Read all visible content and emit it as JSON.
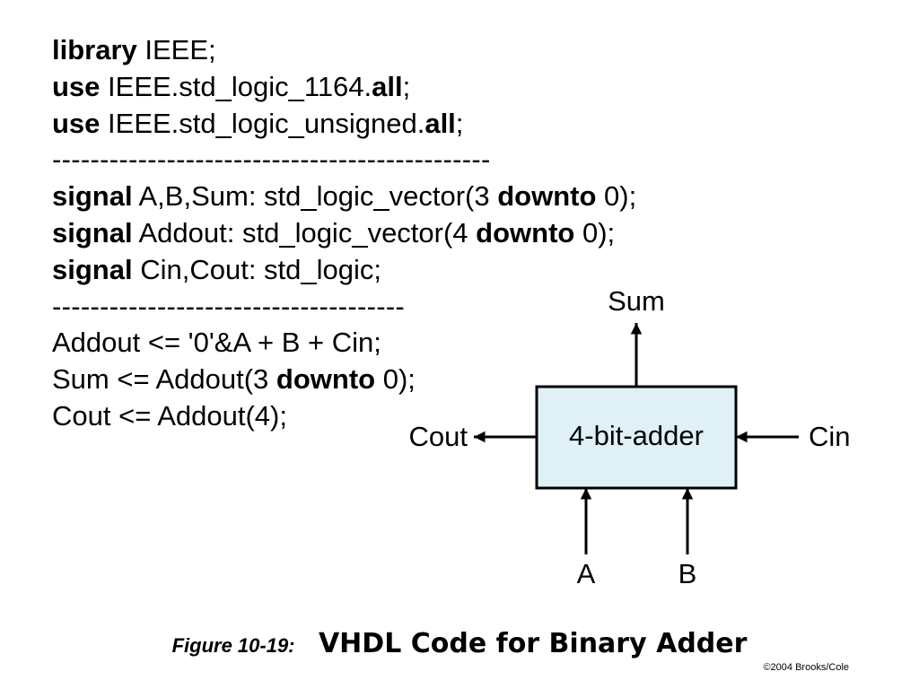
{
  "code": {
    "lines": [
      {
        "name": "code-line-library",
        "parts": [
          {
            "text": "library",
            "bold": true
          },
          {
            "text": " IEEE;",
            "bold": false
          }
        ]
      },
      {
        "name": "code-line-use-1164",
        "parts": [
          {
            "text": "use",
            "bold": true
          },
          {
            "text": " IEEE.std_logic_1164.",
            "bold": false
          },
          {
            "text": "all",
            "bold": true
          },
          {
            "text": ";",
            "bold": false
          }
        ]
      },
      {
        "name": "code-line-use-unsigned",
        "parts": [
          {
            "text": "use",
            "bold": true
          },
          {
            "text": " IEEE.std_logic_unsigned.",
            "bold": false
          },
          {
            "text": "all",
            "bold": true
          },
          {
            "text": ";",
            "bold": false
          }
        ]
      },
      {
        "name": "code-separator-1",
        "parts": [
          {
            "text": "----------------------------------------------",
            "bold": false,
            "sep": true
          }
        ]
      },
      {
        "name": "code-line-signal-abs",
        "parts": [
          {
            "text": "signal",
            "bold": true
          },
          {
            "text": " A,B,Sum: std_logic_vector(3 ",
            "bold": false
          },
          {
            "text": "downto",
            "bold": true
          },
          {
            "text": " 0);",
            "bold": false
          }
        ]
      },
      {
        "name": "code-line-signal-addout",
        "parts": [
          {
            "text": "signal",
            "bold": true
          },
          {
            "text": " Addout: std_logic_vector(4 ",
            "bold": false
          },
          {
            "text": "downto",
            "bold": true
          },
          {
            "text": " 0);",
            "bold": false
          }
        ]
      },
      {
        "name": "code-line-signal-cin-cout",
        "parts": [
          {
            "text": "signal",
            "bold": true
          },
          {
            "text": " Cin,Cout: std_logic;",
            "bold": false
          }
        ]
      },
      {
        "name": "code-separator-2",
        "parts": [
          {
            "text": "-------------------------------------",
            "bold": false,
            "sep": true
          }
        ]
      },
      {
        "name": "code-line-addout-assign",
        "parts": [
          {
            "text": "Addout <= '0'&A + B + Cin;",
            "bold": false
          }
        ]
      },
      {
        "name": "code-line-sum-assign",
        "parts": [
          {
            "text": "Sum <= Addout(3 ",
            "bold": false
          },
          {
            "text": "downto",
            "bold": true
          },
          {
            "text": " 0);",
            "bold": false
          }
        ]
      },
      {
        "name": "code-line-cout-assign",
        "parts": [
          {
            "text": "Cout <= Addout(4);",
            "bold": false
          }
        ]
      }
    ]
  },
  "diagram": {
    "block_label": "4-bit-adder",
    "block_fill": "#dff1f7",
    "labels": {
      "sum": "Sum",
      "cout": "Cout",
      "cin": "Cin",
      "a": "A",
      "b": "B"
    }
  },
  "caption": {
    "label": "Figure 10-19:",
    "title": "VHDL Code for Binary Adder"
  },
  "copyright": "©2004 Brooks/Cole"
}
